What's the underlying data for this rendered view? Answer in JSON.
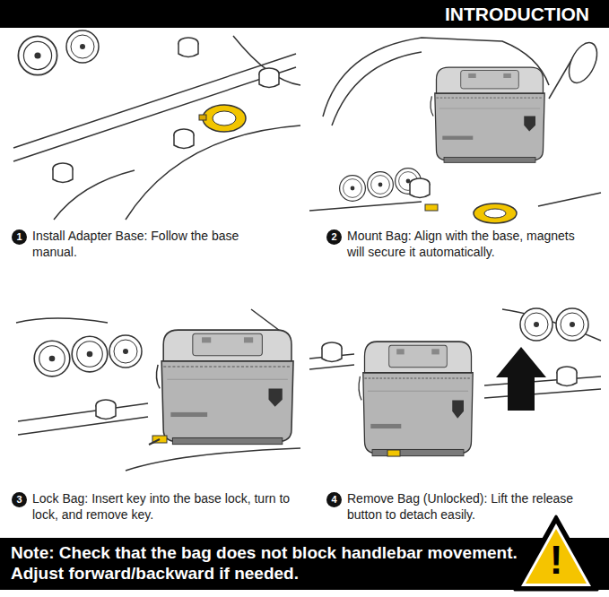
{
  "diagram": {
    "title": "INTRODUCTION",
    "nodes": [
      {
        "text": [
          "1"
        ]
      },
      {
        "text": [
          "2"
        ]
      },
      {
        "text": [
          "3"
        ]
      },
      {
        "text": [
          "4"
        ]
      },
      {
        "text": [
          "Note: Check that the bag does not block handlebar movement. Adjust forward/backward if needed."
        ]
      },
      {
        "text": [
          "!"
        ]
      }
    ],
    "labels": [
      "Install Adapter Base: Follow the base manual.",
      "Mount Bag: Align with the base, magnets will secure it automatically.",
      "Lock Bag: Insert key into the base lock, turn to lock, and remove key.",
      "Remove Bag (Unlocked): Lift the release button to detach easily."
    ]
  }
}
